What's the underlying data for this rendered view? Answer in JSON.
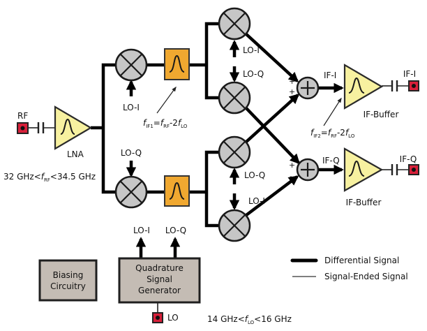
{
  "diagram": {
    "title": "",
    "colors": {
      "amplifier_fill": "#f7f1a0",
      "filter_fill": "#f0a830",
      "mixer_fill": "#c6c6c6",
      "block_fill": "#c4bcb4",
      "port_fill": "#d8203a"
    },
    "input": {
      "rf_port_label": "RF",
      "lna_label": "LNA",
      "rf_range": {
        "prefix": "32 GHz<",
        "var": "f",
        "sub": "RF",
        "suffix": "<34.5 GHz"
      }
    },
    "first_stage": {
      "top_mixer_lo": "LO-I",
      "bottom_mixer_lo": "LO-Q",
      "if1_formula": {
        "lhs_var": "f",
        "lhs_sub": "IF1",
        "eq": "=",
        "rhs1_var": "f",
        "rhs1_sub": "RF",
        "minus": "-2",
        "rhs2_var": "f",
        "rhs2_sub": "LO"
      }
    },
    "second_stage": {
      "mixer_lo_labels": [
        "LO-I",
        "LO-Q",
        "LO-Q",
        "LO-I"
      ]
    },
    "summers": [
      {
        "signs": [
          "+",
          "+"
        ],
        "output_label": "IF-I"
      },
      {
        "signs": [
          "+",
          "-"
        ],
        "output_label": "IF-Q"
      }
    ],
    "outputs": [
      {
        "buffer_label": "IF-Buffer",
        "port_label": "IF-I"
      },
      {
        "buffer_label": "IF-Buffer",
        "port_label": "IF-Q"
      }
    ],
    "if2_formula": {
      "lhs_var": "f",
      "lhs_sub": "IF2",
      "eq": "=",
      "rhs1_var": "f",
      "rhs1_sub": "RF",
      "minus": "-2",
      "rhs2_var": "f",
      "rhs2_sub": "LO"
    },
    "biasing_block": [
      "Biasing",
      "Circuitry"
    ],
    "qsg_block": [
      "Quadrature",
      "Signal",
      "Generator"
    ],
    "qsg_outputs": [
      "LO-I",
      "LO-Q"
    ],
    "lo_port_label": "LO",
    "lo_range": {
      "prefix": "14 GHz<",
      "var": "f",
      "sub": "LO",
      "suffix": "<16 GHz"
    },
    "legend": [
      {
        "style": "thick",
        "label": "Differential Signal"
      },
      {
        "style": "thin",
        "label": "Signal-Ended Signal"
      }
    ]
  }
}
